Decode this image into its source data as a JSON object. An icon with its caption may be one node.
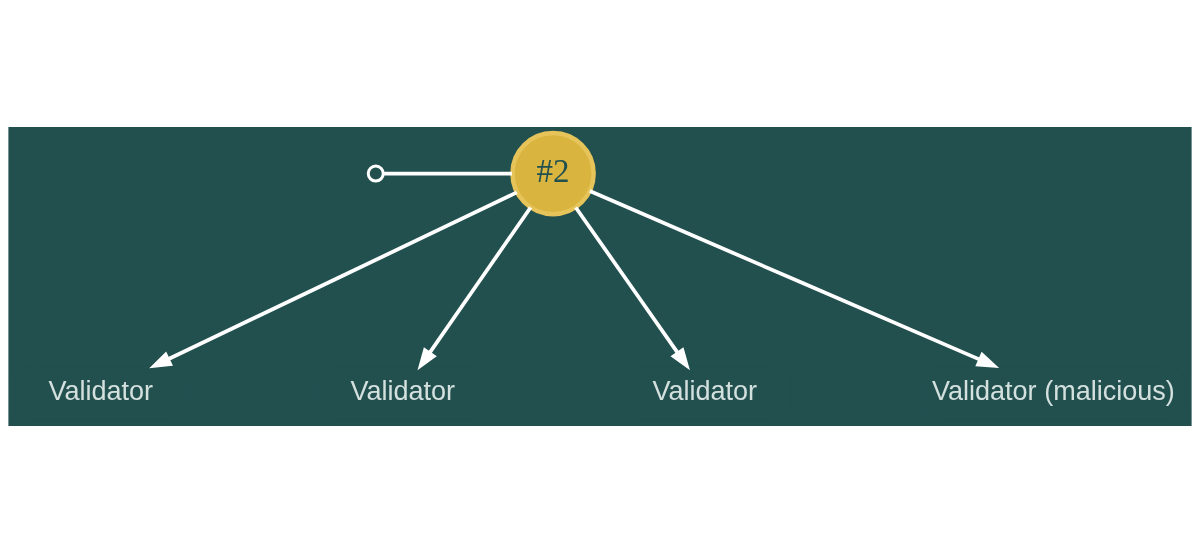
{
  "diagram": {
    "nodes": [
      {
        "text": [],
        "shape": "circle"
      },
      {
        "text": [
          "#2"
        ]
      },
      {
        "text": [
          "Validator"
        ]
      },
      {
        "text": [
          "Validator"
        ]
      },
      {
        "text": [
          "Validator"
        ]
      },
      {
        "text": [
          "Validator (malicious)"
        ]
      }
    ],
    "edges": [
      {
        "from": 0,
        "to": 1,
        "arrow": "none"
      },
      {
        "from": 1,
        "to": 2,
        "arrow": "to"
      },
      {
        "from": 1,
        "to": 3,
        "arrow": "to"
      },
      {
        "from": 1,
        "to": 4,
        "arrow": "to"
      },
      {
        "from": 1,
        "to": 5,
        "arrow": "to"
      }
    ]
  }
}
